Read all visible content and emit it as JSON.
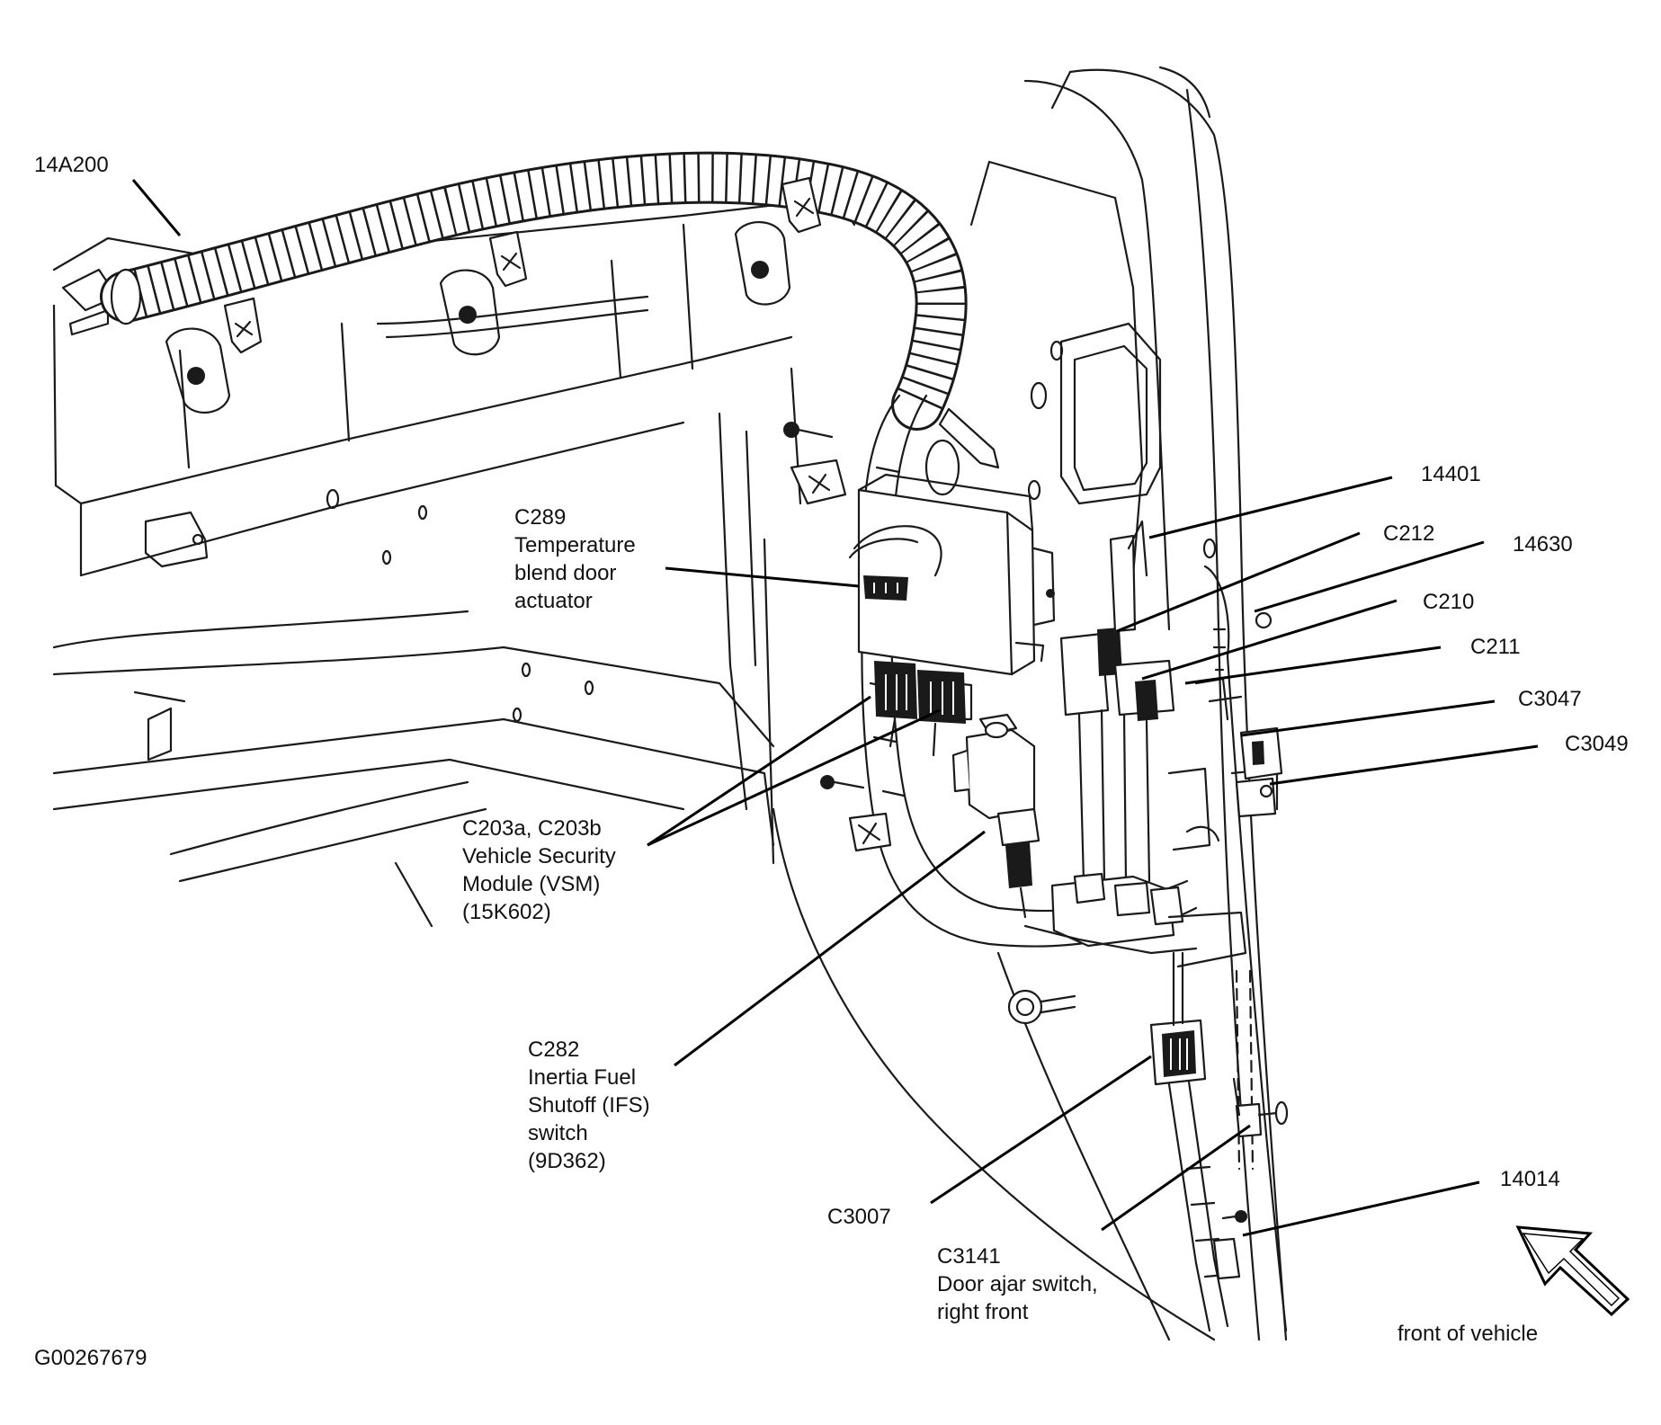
{
  "diagram": {
    "figure_id": "G00267679",
    "direction_label": "front of vehicle",
    "callouts": {
      "harness_14a200": {
        "lines": [
          "14A200"
        ]
      },
      "c289": {
        "lines": [
          "C289",
          "Temperature",
          "blend door",
          "actuator"
        ]
      },
      "c203": {
        "lines": [
          "C203a, C203b",
          "Vehicle Security",
          "Module (VSM)",
          "(15K602)"
        ]
      },
      "c282": {
        "lines": [
          "C282",
          "Inertia Fuel",
          "Shutoff (IFS)",
          "switch",
          "(9D362)"
        ]
      },
      "c3007": {
        "lines": [
          "C3007"
        ]
      },
      "c3141": {
        "lines": [
          "C3141",
          "Door ajar switch,",
          "right front"
        ]
      },
      "p14401": {
        "lines": [
          "14401"
        ]
      },
      "c212": {
        "lines": [
          "C212"
        ]
      },
      "p14630": {
        "lines": [
          "14630"
        ]
      },
      "c210": {
        "lines": [
          "C210"
        ]
      },
      "c211": {
        "lines": [
          "C211"
        ]
      },
      "c3047": {
        "lines": [
          "C3047"
        ]
      },
      "c3049": {
        "lines": [
          "C3049"
        ]
      },
      "p14014": {
        "lines": [
          "14014"
        ]
      }
    }
  }
}
